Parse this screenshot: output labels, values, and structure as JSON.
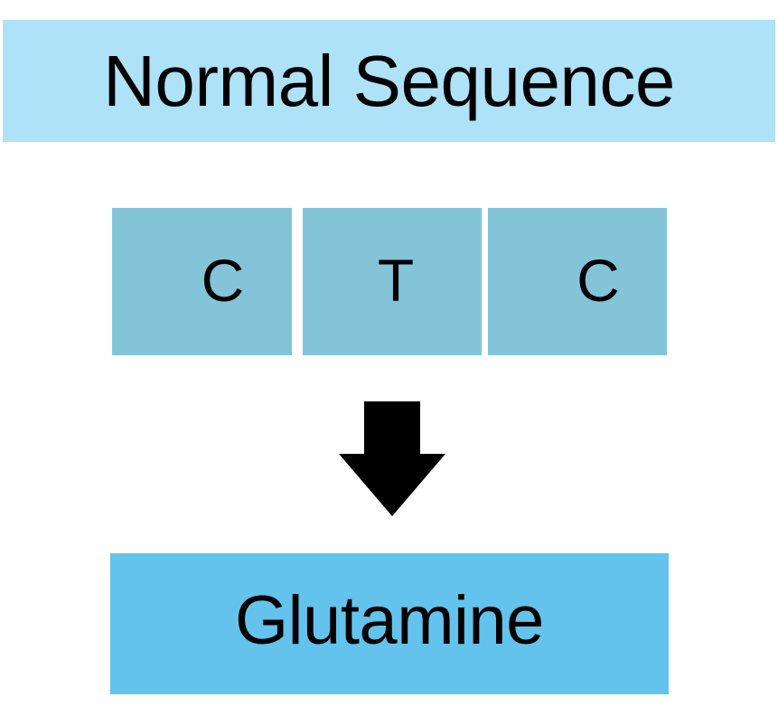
{
  "diagram": {
    "title": "Normal Sequence",
    "type": "genetic-codon-translation-flow",
    "background_color": "#ffffff",
    "header": {
      "label": "Normal Sequence",
      "background_color": "#aee2f8",
      "text_color": "#000000"
    },
    "codon": {
      "name": "codon-sequence",
      "background_color": "#83c4d8",
      "text_color": "#000000",
      "bases": [
        {
          "letter": "C",
          "name": "cytosine"
        },
        {
          "letter": "T",
          "name": "thymine"
        },
        {
          "letter": "C",
          "name": "cytosine"
        }
      ]
    },
    "arrow": {
      "name": "translation-arrow",
      "direction": "down",
      "color": "#000000"
    },
    "product": {
      "label": "Glutamine",
      "background_color": "#63c3ec",
      "text_color": "#000000"
    }
  }
}
